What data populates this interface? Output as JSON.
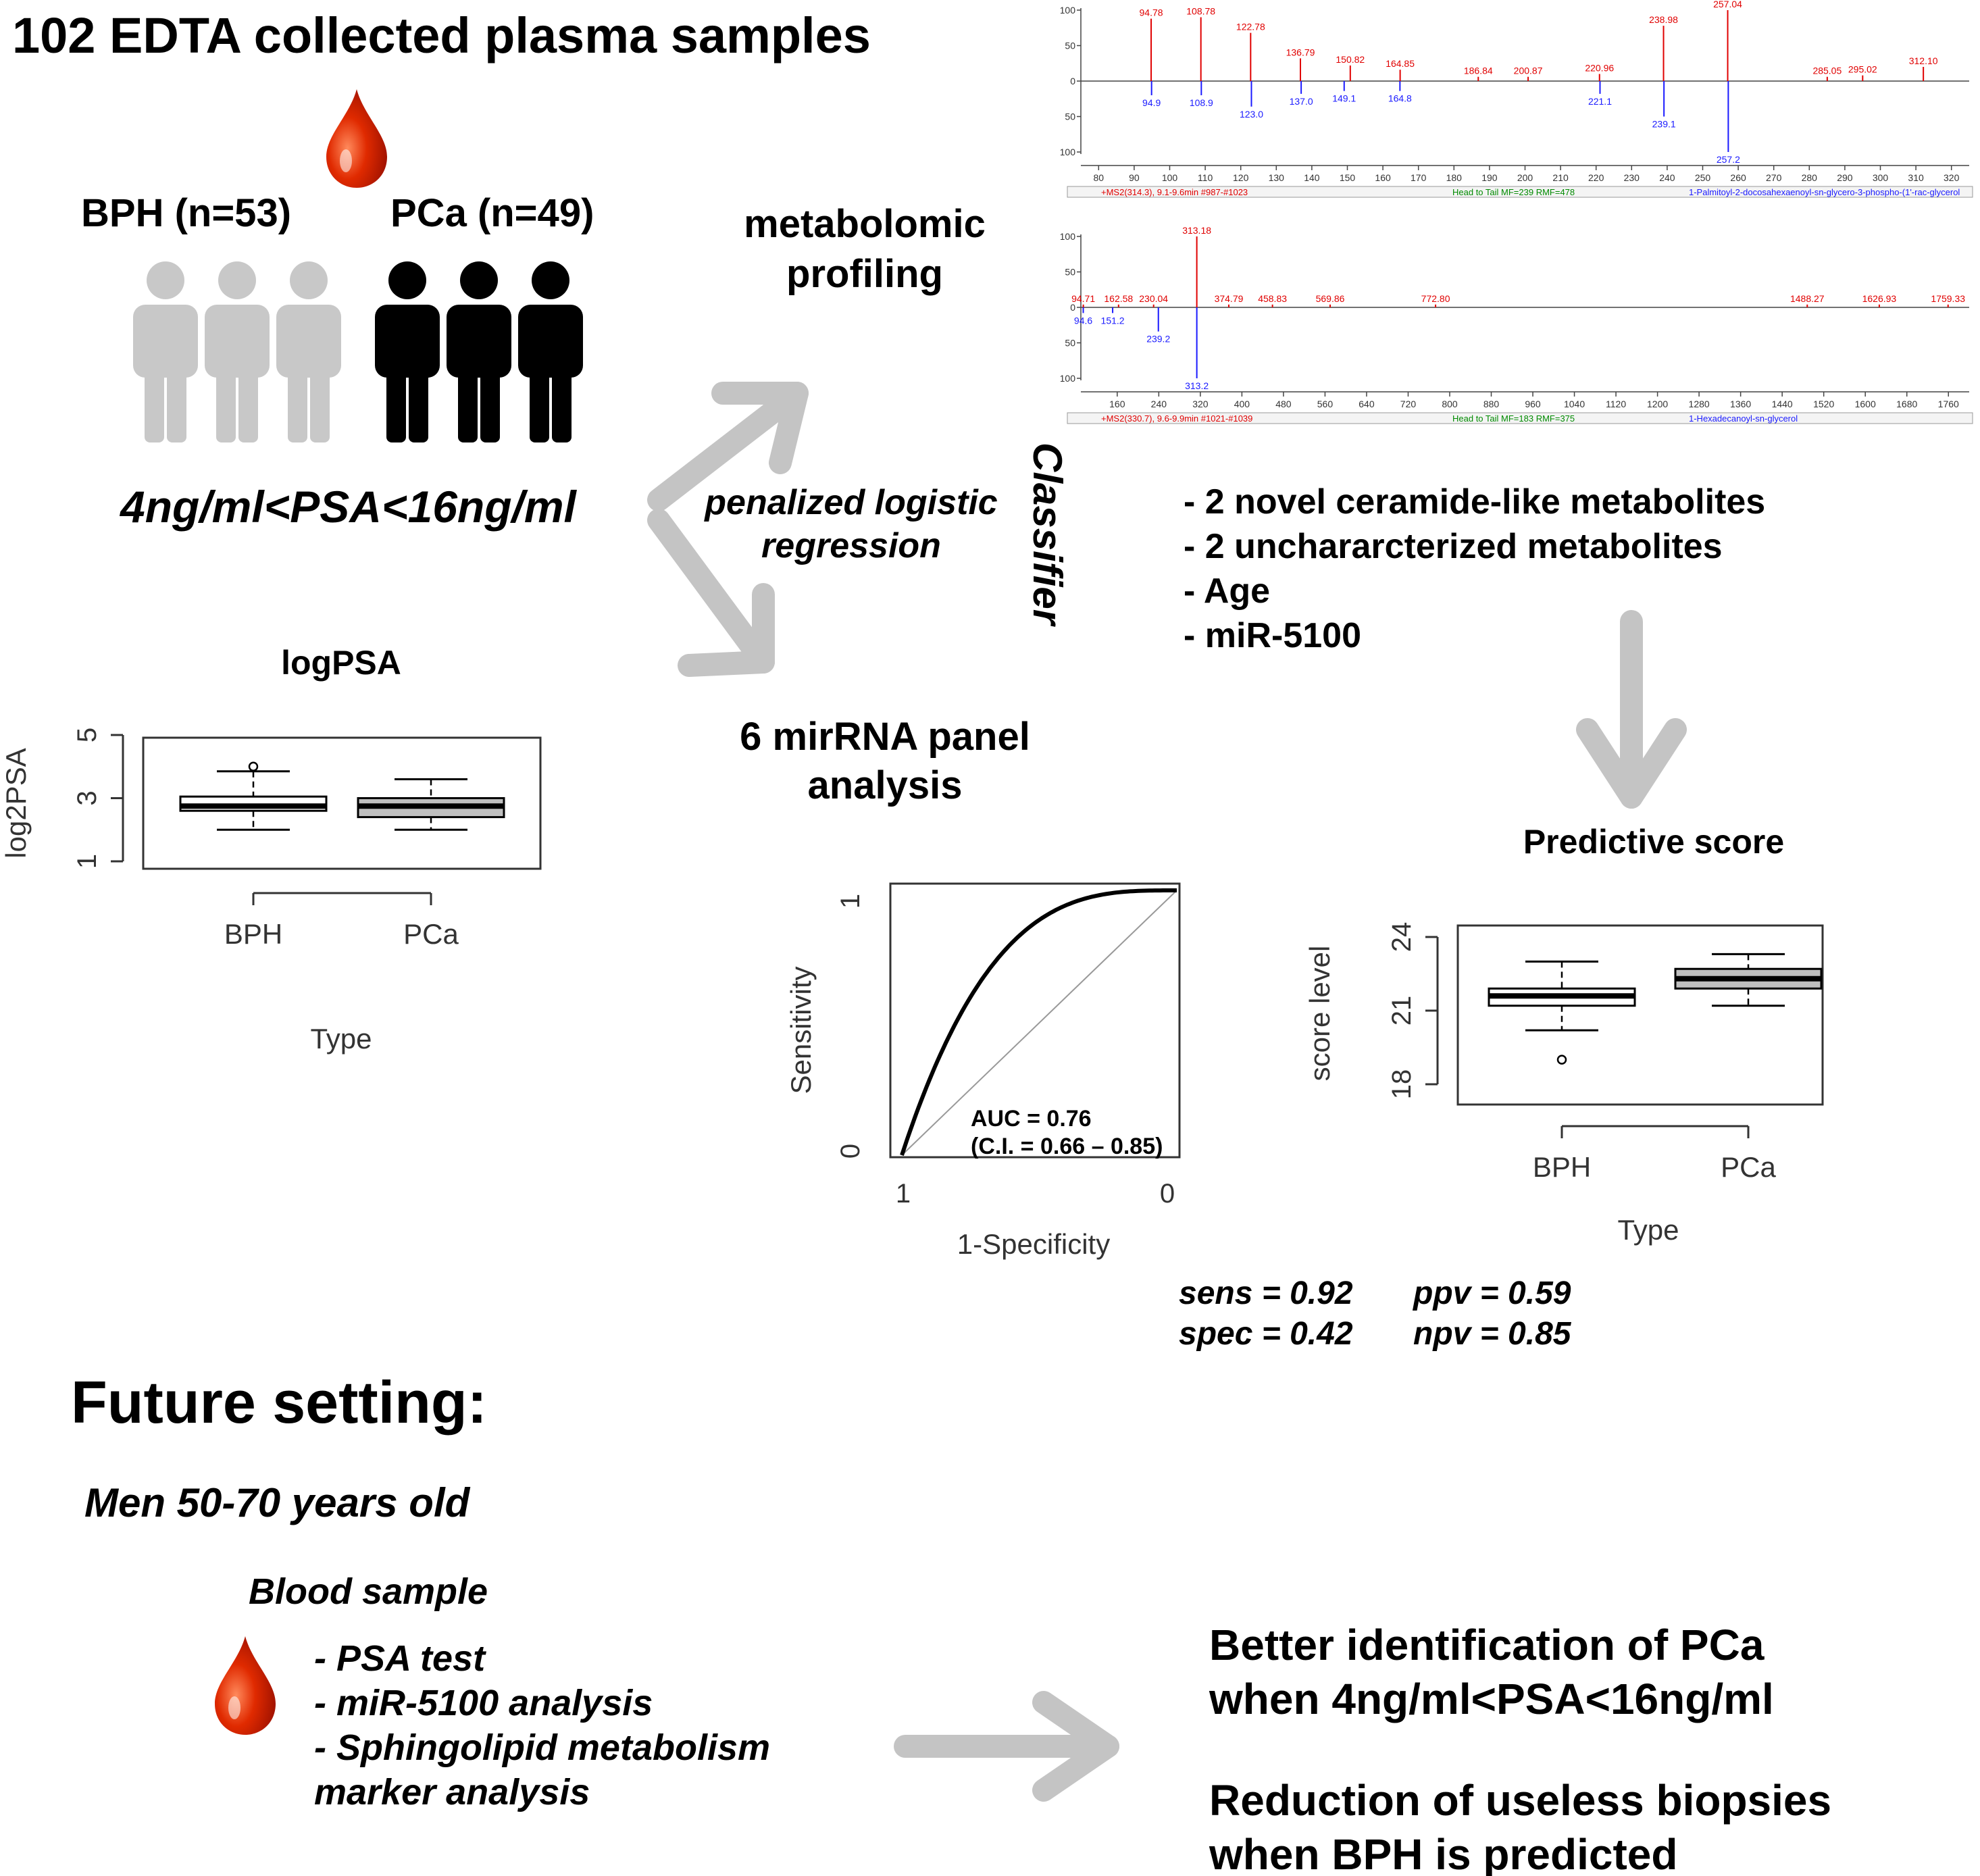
{
  "header": {
    "title": "102 EDTA collected plasma samples"
  },
  "groups": {
    "bph_label": "BPH (n=53)",
    "pca_label": "PCa (n=49)",
    "colors": {
      "bph": "#c8c8c8",
      "pca": "#000000",
      "blood": "#d01e00"
    },
    "psa_range": "4ng/ml<PSA<16ng/ml"
  },
  "methods": {
    "metabolomic": "metabolomic profiling",
    "mirna": "6 mirRNA panel analysis",
    "regression": "penalized logistic regression",
    "arrow_color": "#c4c4c4"
  },
  "classifier": {
    "label": "Classifier",
    "items": [
      "- 2 novel ceramide-like metabolites",
      "- 2 unchararcterized metabolites",
      "- Age",
      "- miR-5100"
    ]
  },
  "spectrum1": {
    "y_ticks": [
      "100",
      "50",
      "0",
      "50",
      "100"
    ],
    "x_ticks": [
      "80",
      "90",
      "100",
      "110",
      "120",
      "130",
      "140",
      "150",
      "160",
      "170",
      "180",
      "190",
      "200",
      "210",
      "220",
      "230",
      "240",
      "250",
      "260",
      "270",
      "280",
      "290",
      "300",
      "310",
      "320"
    ],
    "top_peaks": [
      {
        "mz": 94.78,
        "label": "94.78",
        "h": 0.88
      },
      {
        "mz": 108.78,
        "label": "108.78",
        "h": 0.9
      },
      {
        "mz": 122.78,
        "label": "122.78",
        "h": 0.68
      },
      {
        "mz": 136.79,
        "label": "136.79",
        "h": 0.32
      },
      {
        "mz": 150.82,
        "label": "150.82",
        "h": 0.22
      },
      {
        "mz": 164.85,
        "label": "164.85",
        "h": 0.16
      },
      {
        "mz": 186.84,
        "label": "186.84",
        "h": 0.06
      },
      {
        "mz": 200.87,
        "label": "200.87",
        "h": 0.06
      },
      {
        "mz": 220.96,
        "label": "220.96",
        "h": 0.1
      },
      {
        "mz": 238.98,
        "label": "238.98",
        "h": 0.78
      },
      {
        "mz": 257.04,
        "label": "257.04",
        "h": 1.0
      },
      {
        "mz": 285.05,
        "label": "285.05",
        "h": 0.06
      },
      {
        "mz": 295.02,
        "label": "295.02",
        "h": 0.08
      },
      {
        "mz": 312.1,
        "label": "312.10",
        "h": 0.2
      }
    ],
    "bottom_peaks": [
      {
        "mz": 94.9,
        "label": "94.9",
        "h": 0.2
      },
      {
        "mz": 108.9,
        "label": "108.9",
        "h": 0.2
      },
      {
        "mz": 123.0,
        "label": "123.0",
        "h": 0.36
      },
      {
        "mz": 137.0,
        "label": "137.0",
        "h": 0.18
      },
      {
        "mz": 149.1,
        "label": "149.1",
        "h": 0.14
      },
      {
        "mz": 164.8,
        "label": "164.8",
        "h": 0.14
      },
      {
        "mz": 221.1,
        "label": "221.1",
        "h": 0.18
      },
      {
        "mz": 239.1,
        "label": "239.1",
        "h": 0.5
      },
      {
        "mz": 257.2,
        "label": "257.2",
        "h": 1.0
      }
    ],
    "status": [
      "+MS2(314.3), 9.1-9.6min #987-#1023",
      "Head to Tail MF=239 RMF=478",
      "1-Palmitoyl-2-docosahexaenoyl-sn-glycero-3-phospho-(1'-rac-glycerol"
    ]
  },
  "spectrum2": {
    "y_ticks": [
      "100",
      "50",
      "0",
      "50",
      "100"
    ],
    "x_ticks": [
      "160",
      "240",
      "320",
      "400",
      "480",
      "560",
      "640",
      "720",
      "800",
      "880",
      "960",
      "1040",
      "1120",
      "1200",
      "1280",
      "1360",
      "1440",
      "1520",
      "1600",
      "1680",
      "1760"
    ],
    "top_peaks": [
      {
        "mz": 94.71,
        "label": "94.71",
        "h": 0.04
      },
      {
        "mz": 162.58,
        "label": "162.58",
        "h": 0.04
      },
      {
        "mz": 230.04,
        "label": "230.04",
        "h": 0.04
      },
      {
        "mz": 313.18,
        "label": "313.18",
        "h": 1.0
      },
      {
        "mz": 374.79,
        "label": "374.79",
        "h": 0.04
      },
      {
        "mz": 458.83,
        "label": "458.83",
        "h": 0.04
      },
      {
        "mz": 569.86,
        "label": "569.86",
        "h": 0.04
      },
      {
        "mz": 772.8,
        "label": "772.80",
        "h": 0.04
      },
      {
        "mz": 1488.27,
        "label": "1488.27",
        "h": 0.04
      },
      {
        "mz": 1626.93,
        "label": "1626.93",
        "h": 0.04
      },
      {
        "mz": 1759.33,
        "label": "1759.33",
        "h": 0.04
      }
    ],
    "bottom_peaks": [
      {
        "mz": 94.6,
        "label": "94.6",
        "h": 0.08
      },
      {
        "mz": 151.2,
        "label": "151.2",
        "h": 0.08
      },
      {
        "mz": 239.2,
        "label": "239.2",
        "h": 0.34
      },
      {
        "mz": 313.2,
        "label": "313.2",
        "h": 1.0
      }
    ],
    "status": [
      "+MS2(330.7), 9.6-9.9min #1021-#1039",
      "Head to Tail MF=183 RMF=375",
      "1-Hexadecanoyl-sn-glycerol"
    ]
  },
  "chart_data": [
    {
      "type": "box",
      "title": "logPSA",
      "xlabel": "Type",
      "ylabel": "log2PSA",
      "ylim": [
        1,
        5
      ],
      "yticks": [
        "1",
        "3",
        "5"
      ],
      "categories": [
        "BPH",
        "PCa"
      ],
      "boxes": [
        {
          "name": "BPH",
          "min": 2.0,
          "q1": 2.6,
          "median": 2.75,
          "q3": 3.05,
          "max": 3.85,
          "outliers": [
            4.0
          ],
          "fill": "#ffffff"
        },
        {
          "name": "PCa",
          "min": 2.0,
          "q1": 2.4,
          "median": 2.75,
          "q3": 3.0,
          "max": 3.6,
          "outliers": [],
          "fill": "#bfbfbf"
        }
      ]
    },
    {
      "type": "line",
      "title": "",
      "xlabel": "1-Specificity",
      "ylabel": "Sensitivity",
      "x_ticks": [
        "1",
        "0"
      ],
      "y_ticks": [
        "0",
        "1"
      ],
      "auc_label": "AUC = 0.76",
      "ci_label": "(C.I. = 0.66 – 0.85)",
      "auc": 0.76
    },
    {
      "type": "box",
      "title": "Predictive score",
      "xlabel": "Type",
      "ylabel": "score  level",
      "ylim": [
        18,
        24
      ],
      "yticks": [
        "18",
        "21",
        "24"
      ],
      "categories": [
        "BPH",
        "PCa"
      ],
      "boxes": [
        {
          "name": "BPH",
          "min": 20.2,
          "q1": 21.2,
          "median": 21.6,
          "q3": 21.9,
          "max": 23.0,
          "outliers": [
            19.0
          ],
          "fill": "#ffffff"
        },
        {
          "name": "PCa",
          "min": 21.2,
          "q1": 21.9,
          "median": 22.3,
          "q3": 22.7,
          "max": 23.3,
          "outliers": [],
          "fill": "#bfbfbf"
        }
      ]
    }
  ],
  "metrics": {
    "sens": "sens = 0.92",
    "spec": "spec = 0.42",
    "ppv": "ppv = 0.59",
    "npv": "npv = 0.85"
  },
  "future": {
    "title": "Future setting:",
    "population": "Men 50-70 years old",
    "sample": "Blood sample",
    "tests": [
      "- PSA test",
      "- miR-5100 analysis",
      "- Sphingolipid metabolism",
      "marker analysis"
    ],
    "outcome1": [
      "Better identification of PCa",
      "when 4ng/ml<PSA<16ng/ml"
    ],
    "outcome2": [
      "Reduction of useless biopsies",
      "when BPH is predicted"
    ]
  }
}
